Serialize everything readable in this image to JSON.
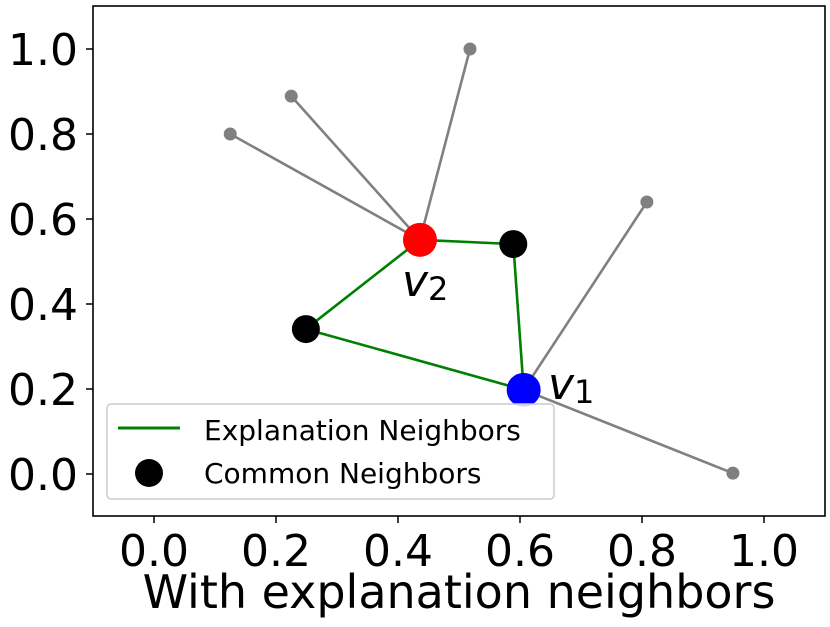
{
  "chart_data": {
    "type": "scatter",
    "subtype": "graph",
    "title": "",
    "xlabel": "With explanation neighbors",
    "ylabel": "",
    "xlim": [
      -0.1,
      1.1
    ],
    "ylim": [
      -0.1,
      1.1
    ],
    "x_ticks": [
      "0.0",
      "0.2",
      "0.4",
      "0.6",
      "0.8",
      "1.0"
    ],
    "y_ticks": [
      "0.0",
      "0.2",
      "0.4",
      "0.6",
      "0.8",
      "1.0"
    ],
    "grid": false,
    "legend_position": "lower left",
    "legend": [
      {
        "label": "Explanation Neighbors",
        "type": "line",
        "color": "#008000"
      },
      {
        "label": "Common Neighbors",
        "type": "marker",
        "color": "#000000"
      }
    ],
    "nodes": [
      {
        "id": "v1",
        "label": "v",
        "subscript": "1",
        "x": 0.606,
        "y": 0.198,
        "color": "#0000ff",
        "role": "target"
      },
      {
        "id": "v2",
        "label": "v",
        "subscript": "2",
        "x": 0.436,
        "y": 0.551,
        "color": "#ff0000",
        "role": "target"
      },
      {
        "id": "c1",
        "x": 0.589,
        "y": 0.541,
        "color": "#000000",
        "role": "common"
      },
      {
        "id": "c2",
        "x": 0.249,
        "y": 0.341,
        "color": "#000000",
        "role": "common"
      },
      {
        "id": "g1",
        "x": 0.125,
        "y": 0.8,
        "color": "#808080",
        "role": "other"
      },
      {
        "id": "g2",
        "x": 0.225,
        "y": 0.889,
        "color": "#808080",
        "role": "other"
      },
      {
        "id": "g3",
        "x": 0.518,
        "y": 1.0,
        "color": "#808080",
        "role": "other"
      },
      {
        "id": "g4",
        "x": 0.808,
        "y": 0.64,
        "color": "#808080",
        "role": "other"
      },
      {
        "id": "g5",
        "x": 0.949,
        "y": 0.002,
        "color": "#808080",
        "role": "other"
      }
    ],
    "edges": [
      {
        "from": "v2",
        "to": "g1",
        "color": "#808080"
      },
      {
        "from": "v2",
        "to": "g2",
        "color": "#808080"
      },
      {
        "from": "v2",
        "to": "g3",
        "color": "#808080"
      },
      {
        "from": "v1",
        "to": "g4",
        "color": "#808080"
      },
      {
        "from": "v1",
        "to": "g5",
        "color": "#808080"
      },
      {
        "from": "v2",
        "to": "c1",
        "color": "#008000"
      },
      {
        "from": "c1",
        "to": "v1",
        "color": "#008000"
      },
      {
        "from": "v2",
        "to": "c2",
        "color": "#008000"
      },
      {
        "from": "c2",
        "to": "v1",
        "color": "#008000"
      }
    ]
  },
  "labels": {
    "v1_main": "v",
    "v1_sub": "1",
    "v2_main": "v",
    "v2_sub": "2"
  }
}
